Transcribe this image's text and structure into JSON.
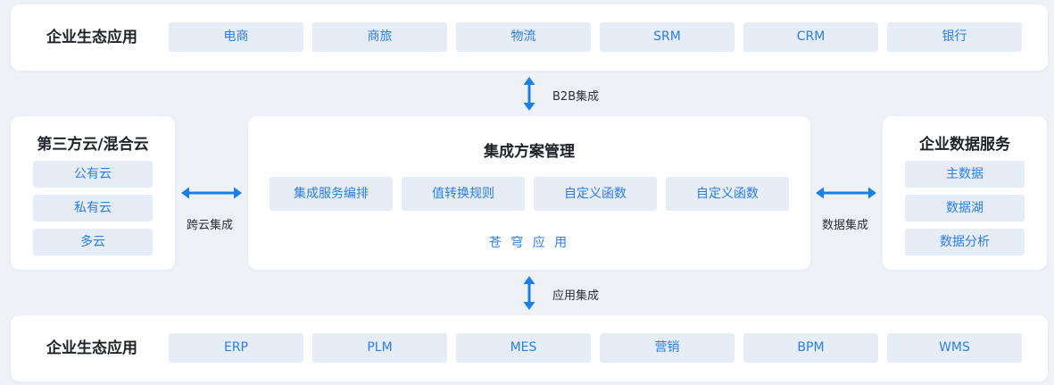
{
  "top_row": {
    "title": "企业生态应用",
    "items": [
      "电商",
      "商旅",
      "物流",
      "SRM",
      "CRM",
      "银行"
    ]
  },
  "bottom_row": {
    "title": "企业生态应用",
    "items": [
      "ERP",
      "PLM",
      "MES",
      "营销",
      "BPM",
      "WMS"
    ]
  },
  "left_panel": {
    "title": "第三方云/混合云",
    "items": [
      "公有云",
      "私有云",
      "多云"
    ]
  },
  "right_panel": {
    "title": "企业数据服务",
    "items": [
      "主数据",
      "数据湖",
      "数据分析"
    ]
  },
  "center_panel": {
    "title": "集成方案管理",
    "items": [
      "集成服务编排",
      "值转换规则",
      "自定义函数",
      "自定义函数"
    ],
    "footer": "苍 穹 应 用"
  },
  "connectors": {
    "top": "B2B集成",
    "bottom": "应用集成",
    "left": "跨云集成",
    "right": "数据集成"
  },
  "colors": {
    "background": "#eef2f7",
    "panel": "#ffffff",
    "chip_bg": "#e6edf6",
    "accent": "#2b7de9",
    "arrow": "#1a7fe8"
  }
}
